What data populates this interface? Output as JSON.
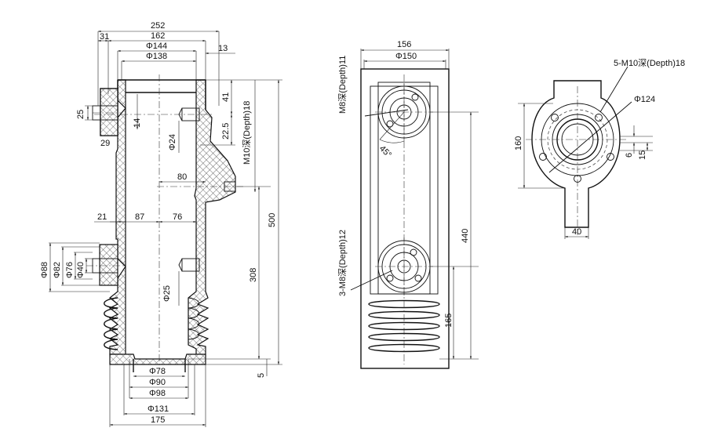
{
  "side_view": {
    "dims": {
      "w252": "252",
      "w31": "31",
      "w162": "162",
      "d144": "Φ144",
      "d138": "Φ138",
      "w13": "13",
      "h41": "41",
      "thread": "M10深(Depth)18",
      "h22": "22.5",
      "d24": "Φ24",
      "h25": "25",
      "h14": "14",
      "h29": "29",
      "w80": "80",
      "w21": "21",
      "w87": "87",
      "w76": "76",
      "h500": "500",
      "h308": "308",
      "h5": "5",
      "d88": "Φ88",
      "d82": "Φ82",
      "d76": "Φ76",
      "d40": "Φ40",
      "d25": "Φ25",
      "d78": "Φ78",
      "d90": "Φ90",
      "d98": "Φ98",
      "d131": "Φ131",
      "w175": "175"
    }
  },
  "front_view": {
    "dims": {
      "w156": "156",
      "d150": "Φ150",
      "top_thread": "M8深(Depth)11",
      "angle": "45°",
      "bottom_thread": "3-M8深(Depth)12",
      "h440": "440",
      "h165": "165"
    }
  },
  "top_view": {
    "dims": {
      "thread": "5-M10深(Depth)18",
      "d124": "Φ124",
      "h160": "160",
      "h6": "6",
      "h15": "15",
      "w40": "40"
    }
  },
  "colors": {
    "line": "#111111",
    "hatch": "#555555",
    "background": "#ffffff"
  }
}
